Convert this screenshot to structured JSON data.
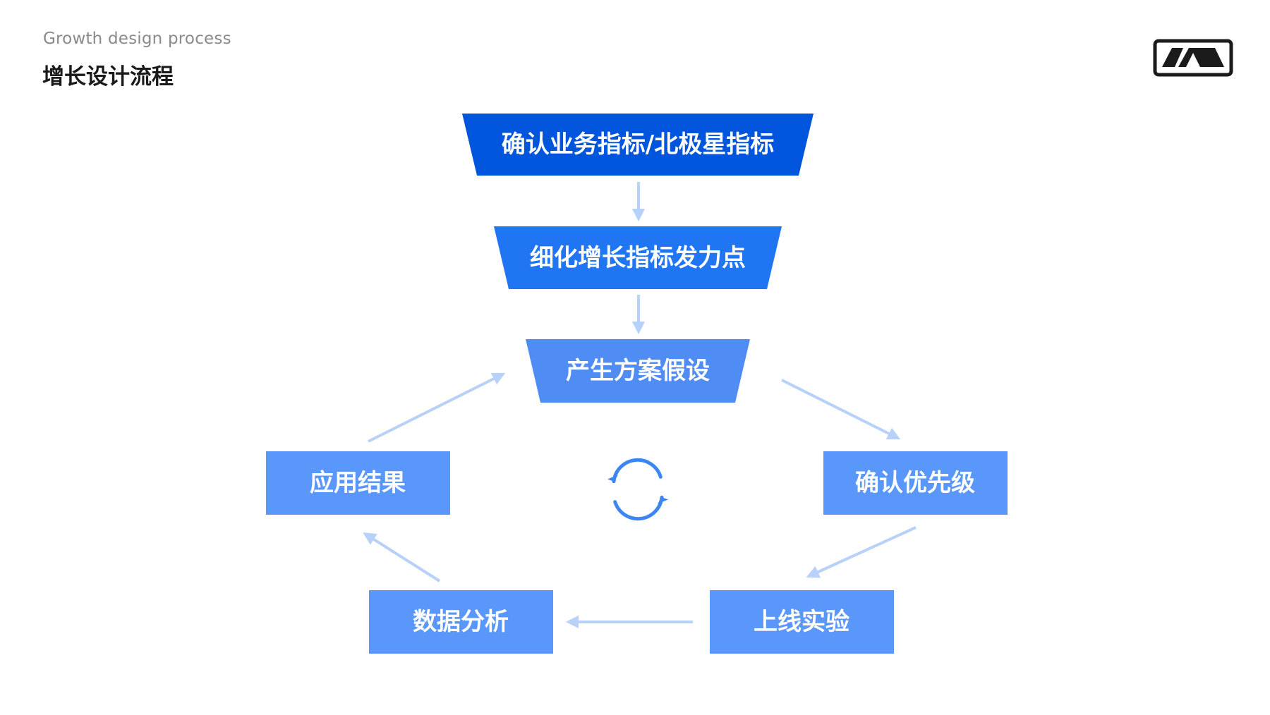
{
  "header": {
    "subtitle": "Growth design process",
    "title": "增长设计流程"
  },
  "logo": {
    "icon": "brand-logo-icon"
  },
  "diagram": {
    "nodes": {
      "north_star": "确认业务指标/北极星指标",
      "refine_levers": "细化增长指标发力点",
      "hypothesis": "产生方案假设",
      "prioritize": "确认优先级",
      "launch_experiment": "上线实验",
      "data_analysis": "数据分析",
      "apply_results": "应用结果"
    },
    "center_icon": "refresh-cycle-icon",
    "colors": {
      "level1": "#0055dd",
      "level2": "#1f75f2",
      "level3": "#4f8df5",
      "cycle_box": "#5a97fb",
      "arrow": "#b8d1f9",
      "cycle_icon": "#3c85f2"
    }
  }
}
